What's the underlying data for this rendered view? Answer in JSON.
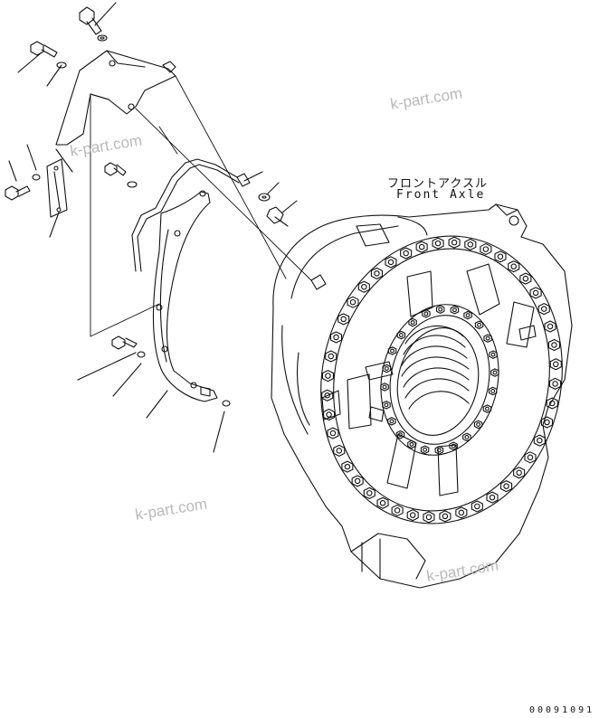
{
  "labels": {
    "part_name_jp": "フロントアクスル",
    "part_name_en": "Front Axle"
  },
  "drawing_code": "00091091",
  "watermark": "k-part.com",
  "colors": {
    "line": "#111111",
    "watermark": "#b9b9b9",
    "background": "#ffffff"
  }
}
